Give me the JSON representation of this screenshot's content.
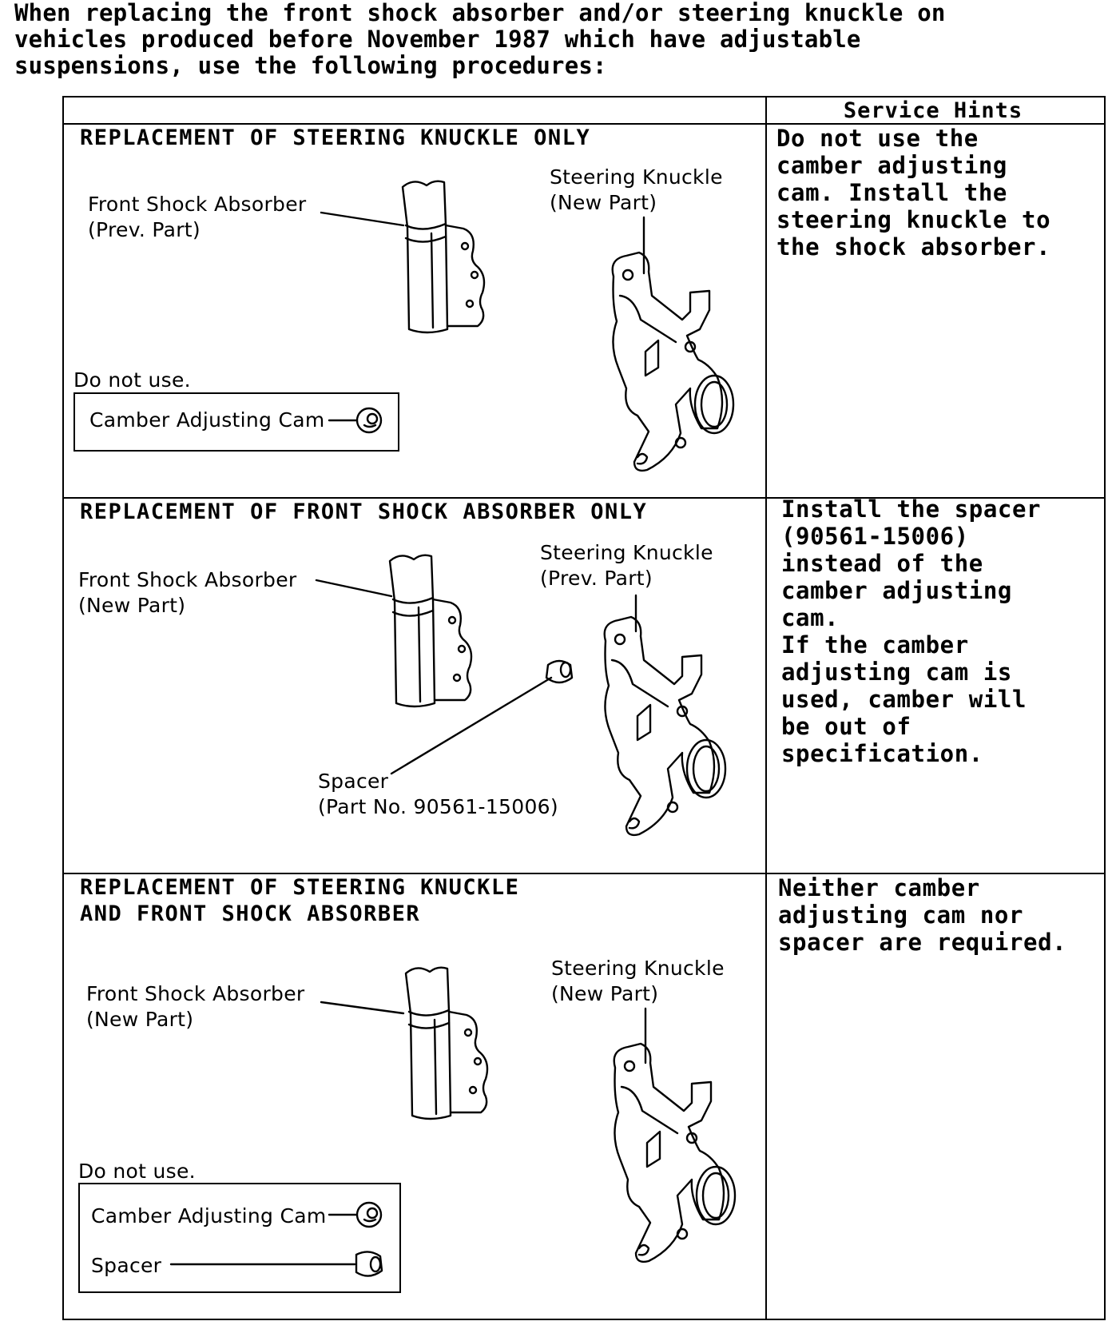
{
  "intro": "When replacing the front shock absorber and/or steering knuckle on\nvehicles produced before November 1987 which have adjustable\nsuspensions, use the following procedures:",
  "table": {
    "hints_header": "Service Hints",
    "rows": [
      {
        "title": "REPLACEMENT OF STEERING KNUCKLE ONLY",
        "shock_label": "Front Shock Absorber\n(Prev. Part)",
        "knuckle_label": "Steering Knuckle\n(New Part)",
        "do_not_use": "Do not use.",
        "cam_label": "Camber Adjusting Cam",
        "hint": "Do not use the\ncamber adjusting\ncam.  Install the\nsteering knuckle to\nthe shock absorber."
      },
      {
        "title": "REPLACEMENT OF FRONT SHOCK ABSORBER ONLY",
        "shock_label": "Front Shock Absorber\n(New Part)",
        "knuckle_label": "Steering Knuckle\n(Prev. Part)",
        "spacer_label": "Spacer\n(Part No. 90561-15006)",
        "hint": "Install the spacer\n(90561-15006)\ninstead of the\ncamber adjusting\ncam.\nIf the camber\nadjusting cam is\nused, camber will\nbe out of\nspecification."
      },
      {
        "title": "REPLACEMENT OF STEERING KNUCKLE\nAND FRONT SHOCK ABSORBER",
        "shock_label": "Front Shock Absorber\n(New Part)",
        "knuckle_label": "Steering Knuckle\n(New Part)",
        "do_not_use": "Do not use.",
        "cam_label": "Camber Adjusting Cam",
        "spacer_label": "Spacer",
        "hint": "Neither camber\nadjusting cam nor\nspacer are required."
      }
    ]
  },
  "icons": [
    "shock-absorber-icon",
    "steering-knuckle-icon",
    "camber-cam-icon",
    "spacer-icon"
  ]
}
